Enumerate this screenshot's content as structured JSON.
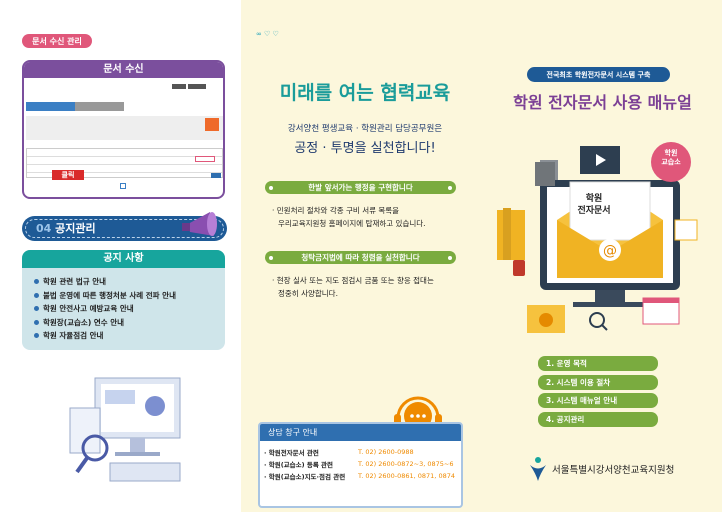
{
  "left": {
    "section_pill": "문서 수신 관리",
    "screenshot": {
      "title": "문서 수신",
      "click_label": "클릭"
    },
    "notice_header": {
      "number": "04",
      "title": "공지관리"
    },
    "notice_box": {
      "title": "공지 사항",
      "items": [
        "학원 관련 법규 안내",
        "불법 운영에 따른 행정처분 사례 전파 안내",
        "학원 안전사고 예방교육 안내",
        "학원장(교습소) 연수 안내",
        "학원 자율점검 안내"
      ]
    }
  },
  "middle": {
    "slogan": "미래를 여는 협력교육",
    "intro_line1": "강서양천 평생교육 · 학원관리 담당공무원은",
    "intro_line2": "공정 · 투명을 실천합니다!",
    "sections": [
      {
        "title": "한발 앞서가는 행정을 구현합니다",
        "text": [
          "· 민원처리 절차와 각종 구비 서류 목록을",
          "우리교육지원청 홈페이지에 탑재하고 있습니다."
        ]
      },
      {
        "title": "청탁금지법에 따라 청렴을 실천합니다",
        "text": [
          "· 현장 실사 또는 지도 점검시 금품 또는 향응 접대는",
          "정중히 사양합니다."
        ]
      }
    ],
    "contact": {
      "title": "상담 창구 안내",
      "rows": [
        {
          "label": "· 학원전자문서 관련",
          "phone": "T. 02) 2600-0988"
        },
        {
          "label": "· 학원(교습소) 등록 관련",
          "phone": "T. 02) 2600-0872~3, 0875~6"
        },
        {
          "label": "· 학원(교습소)지도·점검 관련",
          "phone": "T. 02) 2600-0861, 0871, 0874"
        }
      ]
    }
  },
  "right": {
    "badge": "전국최초 학원전자문서 시스템 구축",
    "title": "학원 전자문서 사용 매뉴얼",
    "illustration": {
      "envelope_text": "학원\n전자문서",
      "stamp_text": "학원\n교습소"
    },
    "menu": [
      "1. 운영 목적",
      "2. 시스템 이용 절차",
      "3. 시스템 매뉴얼 안내",
      "4. 공지관리"
    ],
    "org_name": "서울특별시강서양천교육지원청"
  },
  "colors": {
    "purple": "#7b4f9d",
    "navy": "#1e5a96",
    "green": "#7aab3f",
    "teal": "#17a59d",
    "orange": "#ef8a00",
    "pink": "#e0577a"
  }
}
